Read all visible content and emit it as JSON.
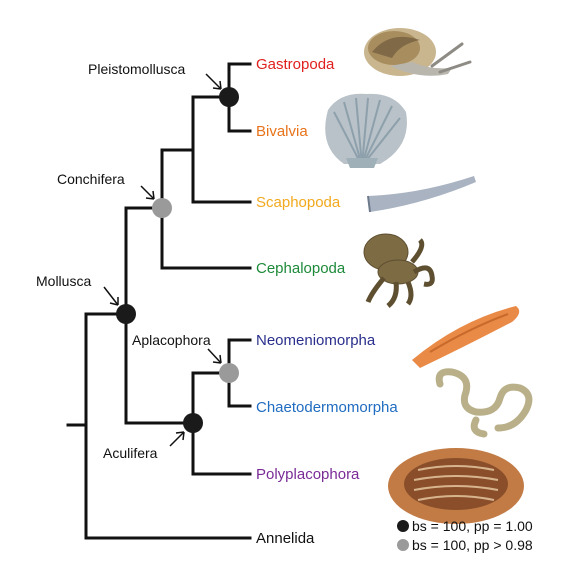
{
  "taxa": {
    "gastropoda": {
      "label": "Gastropoda",
      "color": "#e0201f"
    },
    "bivalvia": {
      "label": "Bivalvia",
      "color": "#e8731a"
    },
    "scaphopoda": {
      "label": "Scaphopoda",
      "color": "#f2a91e"
    },
    "cephalopoda": {
      "label": "Cephalopoda",
      "color": "#1d8a3a"
    },
    "neomeniomorpha": {
      "label": "Neomeniomorpha",
      "color": "#2a2f8c"
    },
    "chaetodermomorpha": {
      "label": "Chaetodermomorpha",
      "color": "#1f6cc0"
    },
    "polyplacophora": {
      "label": "Polyplacophora",
      "color": "#7a2b96"
    },
    "annelida": {
      "label": "Annelida",
      "color": "#111111"
    }
  },
  "clades": {
    "pleistomollusca": "Pleistomollusca",
    "conchifera": "Conchifera",
    "mollusca": "Mollusca",
    "aplacophora": "Aplacophora",
    "aculifera": "Aculifera"
  },
  "node_colors": {
    "strong": "#1a1a1a",
    "moderate": "#9a9a9a"
  },
  "legend": {
    "strong": "bs = 100, pp = 1.00",
    "moderate": "bs = 100, pp > 0.98"
  },
  "illustrations": {
    "snail": "snail-illustration",
    "scallop": "scallop-shell-illustration",
    "tusk": "tusk-shell-illustration",
    "octopus": "octopus-illustration",
    "solenogaster": "solenogaster-worm-illustration",
    "caudofoveate": "coiled-worm-illustration",
    "chiton": "chiton-illustration"
  }
}
